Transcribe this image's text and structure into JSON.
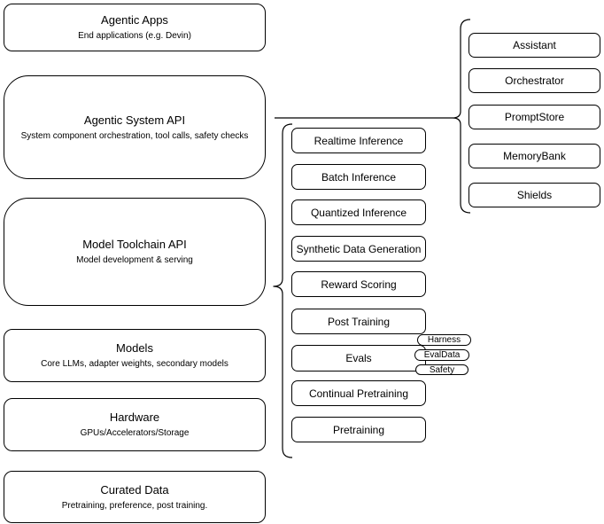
{
  "diagram": {
    "title": "Agentic system stack diagram",
    "colors": {
      "stroke": "#000000",
      "background": "#ffffff",
      "text": "#000000"
    },
    "left_stack": [
      {
        "title": "Agentic Apps",
        "subtitle": "End applications (e.g. Devin)"
      },
      {
        "title": "Agentic System API",
        "subtitle": "System component orchestration, tool calls, safety checks"
      },
      {
        "title": "Model Toolchain API",
        "subtitle": "Model development & serving"
      },
      {
        "title": "Models",
        "subtitle": "Core LLMs, adapter weights, secondary models"
      },
      {
        "title": "Hardware",
        "subtitle": "GPUs/Accelerators/Storage"
      },
      {
        "title": "Curated Data",
        "subtitle": "Pretraining, preference, post training."
      }
    ],
    "toolchain_items": [
      "Realtime Inference",
      "Batch Inference",
      "Quantized Inference",
      "Synthetic Data Generation",
      "Reward Scoring",
      "Post Training",
      "Evals",
      "Continual Pretraining",
      "Pretraining"
    ],
    "evals_tags": [
      "Harness",
      "EvalData",
      "Safety"
    ],
    "system_components": [
      "Assistant",
      "Orchestrator",
      "PromptStore",
      "MemoryBank",
      "Shields"
    ]
  }
}
